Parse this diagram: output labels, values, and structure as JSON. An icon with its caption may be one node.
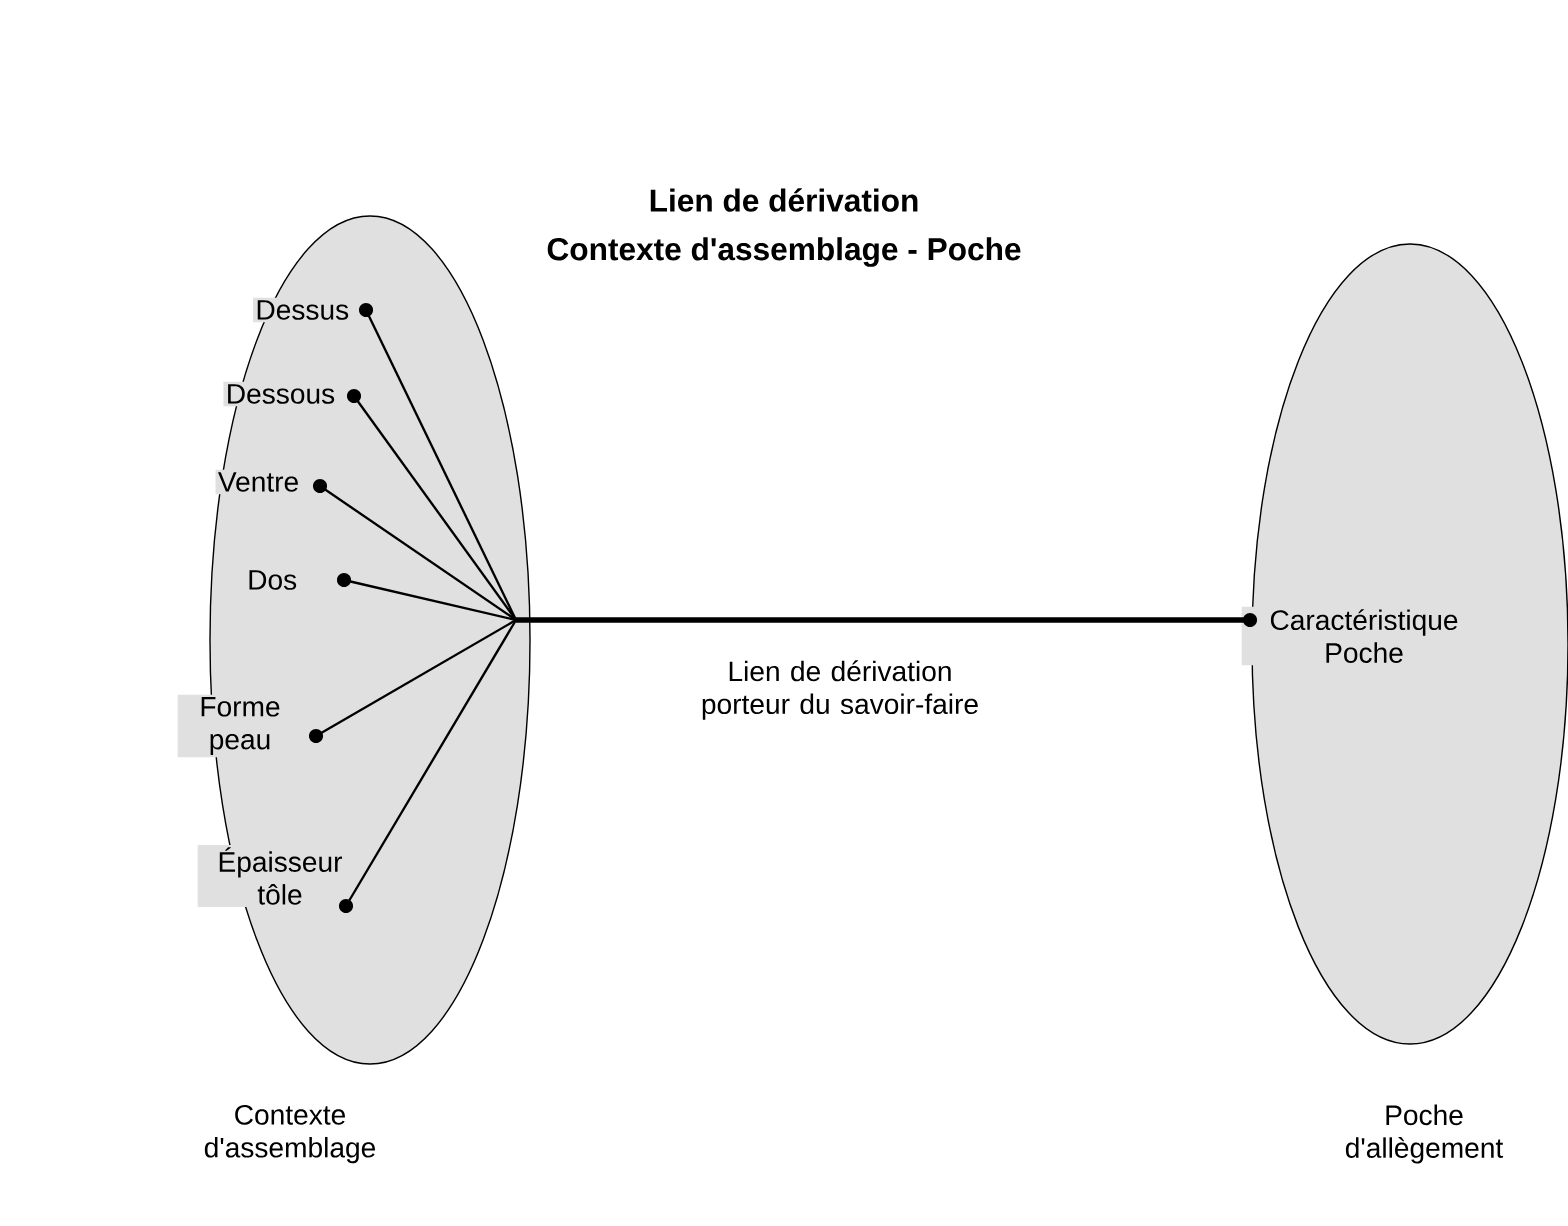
{
  "diagram": {
    "title": "Lien de dérivation",
    "nodes": [
      {
        "text": [],
        "shape": "ellipse",
        "beside": [
          "Contexte d'assemblage"
        ]
      },
      {
        "text": [],
        "shape": "ellipse",
        "beside": [
          "Poche d'allègement"
        ]
      },
      {
        "text": [
          "Dessus"
        ],
        "in": 0
      },
      {
        "text": [
          "Dessous"
        ],
        "in": 0
      },
      {
        "text": [
          "Ventre"
        ],
        "in": 0
      },
      {
        "text": [
          "Dos"
        ],
        "in": 0
      },
      {
        "text": [
          "Forme peau"
        ],
        "in": 0
      },
      {
        "text": [
          "Épaisseur tôle"
        ],
        "in": 0
      },
      {
        "text": [
          "Caractéristique Poche"
        ],
        "in": 1
      }
    ],
    "edges": [
      {
        "from": 2,
        "to": 8,
        "arrow": "none"
      },
      {
        "from": 3,
        "to": 8,
        "arrow": "none"
      },
      {
        "from": 4,
        "to": 8,
        "arrow": "none"
      },
      {
        "from": 5,
        "to": 8,
        "arrow": "none",
        "label": "Lien de dérivation porteur du savoir-faire"
      },
      {
        "from": 6,
        "to": 8,
        "arrow": "none"
      },
      {
        "from": 7,
        "to": 8,
        "arrow": "none"
      }
    ],
    "labels": [
      "Contexte d'assemblage - Poche"
    ]
  }
}
